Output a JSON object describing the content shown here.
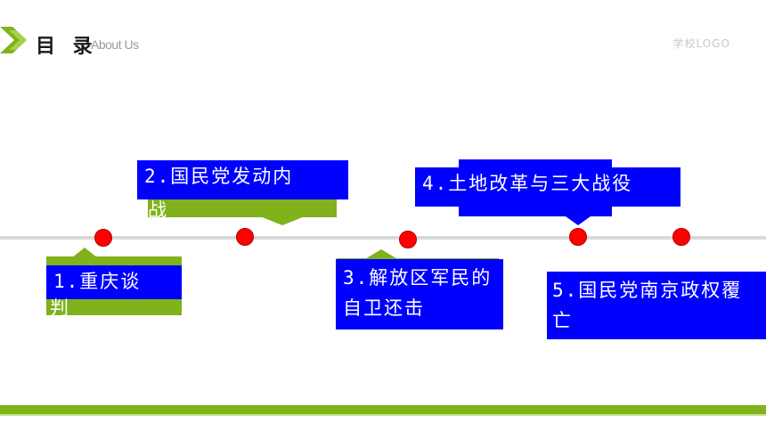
{
  "header": {
    "title": "目 录",
    "subtitle": "About Us",
    "school_logo": "学校LOGO"
  },
  "colors": {
    "accent_green": "#7fb21b",
    "box_blue": "#0000ff",
    "dot_red": "#ff0000",
    "line_gray": "#d9d9d9"
  },
  "icons": {
    "logo_mark": "chevron-logo-icon"
  },
  "timeline": {
    "items": [
      {
        "label": "1.重庆谈",
        "overflow": "判"
      },
      {
        "label": "2.国民党发动内",
        "overflow": "战"
      },
      {
        "label": "3.解放区军民的自卫还击"
      },
      {
        "label": "4.土地改革与三大战役"
      },
      {
        "label": "5.国民党南京政权覆亡"
      }
    ]
  }
}
